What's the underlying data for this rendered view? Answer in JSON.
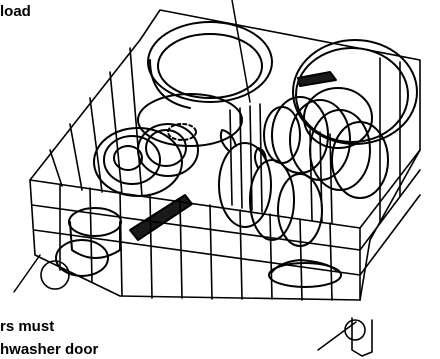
{
  "labels": {
    "top_left": "load",
    "bottom_left_line1": "rs must",
    "bottom_left_line2": "hwasher door"
  },
  "colors": {
    "ink": "#000000",
    "paper": "#ffffff",
    "handle": "#1a1a1a"
  },
  "icons": {
    "illustration": "dishwasher-rack-illustration"
  }
}
